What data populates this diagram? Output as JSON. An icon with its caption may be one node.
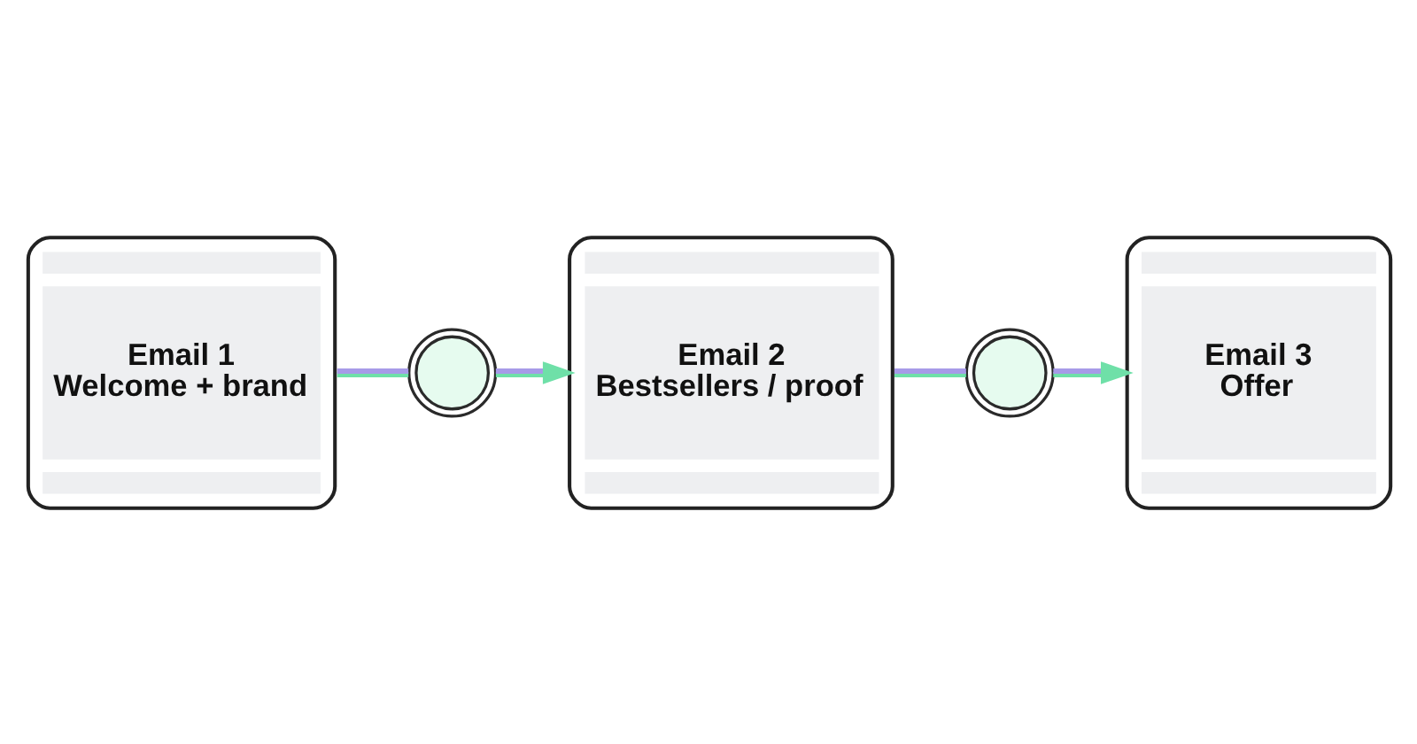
{
  "diagram": {
    "nodes": [
      {
        "text": [
          "Email 1",
          "Welcome + brand"
        ]
      },
      {
        "text": [],
        "shape": "clock"
      },
      {
        "text": [
          "Email 2",
          "Bestsellers / proof"
        ]
      },
      {
        "text": [],
        "shape": "clock"
      },
      {
        "text": [
          "Email 3",
          "Offer"
        ]
      }
    ],
    "edges": [
      {
        "from": 0,
        "to": 1,
        "arrow": "none"
      },
      {
        "from": 1,
        "to": 2,
        "arrow": "to"
      },
      {
        "from": 2,
        "to": 3,
        "arrow": "none"
      },
      {
        "from": 3,
        "to": 4,
        "arrow": "to"
      }
    ]
  }
}
